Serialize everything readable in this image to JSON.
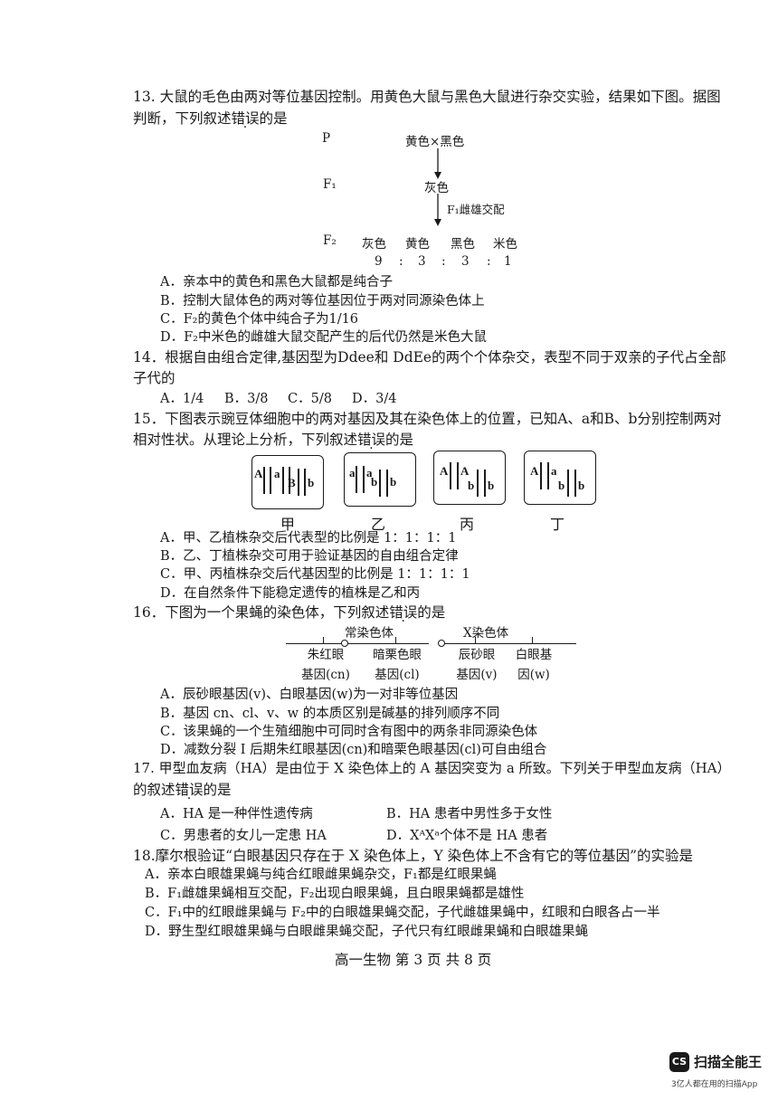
{
  "q13": {
    "stem1": "13. 大鼠的毛色由两对等位基因控制。用黄色大鼠与黑色大鼠进行杂交实验，结果如下图。据图",
    "stem2a": "判断，下列叙述",
    "stem2b": "错误",
    "stem2c": "的是",
    "cross": {
      "p_label": "P",
      "p_text": "黄色×黑色",
      "f1_label": "F₁",
      "f1_text": "灰色",
      "mating": "F₁雌雄交配",
      "f2_label": "F₂",
      "f2_phenos": [
        "灰色",
        "黄色",
        "黑色",
        "米色"
      ],
      "f2_ratio": [
        "9",
        ":",
        "3",
        ":",
        "3",
        ":",
        "1"
      ]
    },
    "options": [
      "A．亲本中的黄色和黑色大鼠都是纯合子",
      "B．控制大鼠体色的两对等位基因位于两对同源染色体上",
      "C．F₂的黄色个体中纯合子为1/16",
      "D．F₂中米色的雌雄大鼠交配产生的后代仍然是米色大鼠"
    ]
  },
  "q14": {
    "stem1": "14．根据自由组合定律,基因型为Ddee和 DdEe的两个个体杂交，表型不同于双亲的子代占全部",
    "stem2": "子代的",
    "options": [
      "A．1/4",
      "B．3/8",
      "C．5/8",
      "D．3/4"
    ]
  },
  "q15": {
    "stem1": "15．下图表示豌豆体细胞中的两对基因及其在染色体上的位置，已知A、a和B、b分别控制两对",
    "stem2a": "相对性状。从理论上分析，下列叙述",
    "stem2b": "错误",
    "stem2c": "的是",
    "cells": [
      {
        "name": "甲",
        "genes_top": [
          "A",
          "a"
        ],
        "genes_bottom": [
          "B",
          "b"
        ]
      },
      {
        "name": "乙",
        "genes_top": [
          "a",
          "a"
        ],
        "genes_bottom": [
          "b",
          "b"
        ]
      },
      {
        "name": "丙",
        "genes_top": [
          "A",
          "A"
        ],
        "genes_bottom": [
          "b",
          "b"
        ]
      },
      {
        "name": "丁",
        "genes_top": [
          "A",
          "a"
        ],
        "genes_bottom": [
          "b",
          "b"
        ]
      }
    ],
    "options": [
      "A．甲、乙植株杂交后代表型的比例是 1：1：1：1",
      "B．乙、丁植株杂交可用于验证基因的自由组合定律",
      "C．甲、丙植株杂交后代基因型的比例是 1：1：1：1",
      "D．在自然条件下能稳定遗传的植株是乙和丙"
    ]
  },
  "q16": {
    "stem_a": "16．下图为一个果蝇的染色体，下列叙述",
    "stem_b": "错误",
    "stem_c": "的是",
    "autosome_label": "常染色体",
    "xchrom_label": "X染色体",
    "genes": [
      {
        "line1": "朱红眼",
        "line2": "基因(cn)"
      },
      {
        "line1": "暗栗色眼",
        "line2": "基因(cl)"
      },
      {
        "line1": "辰砂眼",
        "line2": "基因(v)"
      },
      {
        "line1": "白眼基",
        "line2": "因(w)"
      }
    ],
    "options": [
      "A．辰砂眼基因(v)、白眼基因(w)为一对非等位基因",
      "B．基因 cn、cl、v、w 的本质区别是碱基的排列顺序不同",
      "C．该果蝇的一个生殖细胞中可同时含有图中的两条非同源染色体",
      "D．减数分裂 I 后期朱红眼基因(cn)和暗栗色眼基因(cl)可自由组合"
    ]
  },
  "q17": {
    "stem1": "17.  甲型血友病（HA）是由位于 X 染色体上的 A 基因突变为 a 所致。下列关于甲型血友病（HA）",
    "stem2a": "的叙述",
    "stem2b": "错误",
    "stem2c": "的是",
    "options": [
      "A．HA 是一种伴性遗传病",
      "B．HA 患者中男性多于女性",
      "C．男患者的女儿一定患 HA",
      "D．XᴬXᵃ个体不是 HA 患者"
    ]
  },
  "q18": {
    "stem": "18.摩尔根验证“白眼基因只存在于 X 染色体上，Y 染色体上不含有它的等位基因”的实验是",
    "options": [
      "A．亲本白眼雄果蝇与纯合红眼雌果蝇杂交，F₁都是红眼果蝇",
      "B．F₁雌雄果蝇相互交配，F₂出现白眼果蝇，且白眼果蝇都是雄性",
      "C．F₁中的红眼雌果蝇与 F₂中的白眼雄果蝇交配，子代雌雄果蝇中，红眼和白眼各占一半",
      "D．野生型红眼雄果蝇与白眼雌果蝇交配，子代只有红眼雌果蝇和白眼雄果蝇"
    ]
  },
  "footer": "高一生物  第 3 页 共 8 页",
  "watermark": {
    "logo": "CS",
    "name": "扫描全能王",
    "sub": "3亿人都在用的扫描App"
  }
}
